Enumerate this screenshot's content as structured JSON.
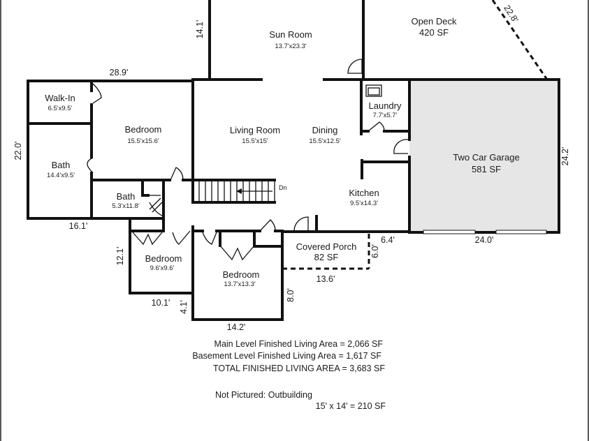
{
  "rooms": {
    "sun_room": {
      "name": "Sun Room",
      "dim": "13.7'x23.3'"
    },
    "open_deck": {
      "name": "Open Deck",
      "dim": "420 SF"
    },
    "walk_in": {
      "name": "Walk-In",
      "dim": "6.5'x9.5'"
    },
    "bedroom_master": {
      "name": "Bedroom",
      "dim": "15.5'x15.6'"
    },
    "living_room": {
      "name": "Living Room",
      "dim": "15.5'x15'"
    },
    "dining": {
      "name": "Dining",
      "dim": "15.5'x12.5'"
    },
    "laundry": {
      "name": "Laundry",
      "dim": "7.7'x5.7'"
    },
    "garage": {
      "name": "Two Car Garage",
      "dim": "581 SF"
    },
    "bath_1": {
      "name": "Bath",
      "dim": "14.4'x9.5'"
    },
    "bath_2": {
      "name": "Bath",
      "dim": "5.3'x11.8'"
    },
    "kitchen": {
      "name": "Kitchen",
      "dim": "9.5'x14.3'"
    },
    "bedroom_2": {
      "name": "Bedroom",
      "dim": "9.6'x9.6'"
    },
    "bedroom_3": {
      "name": "Bedroom",
      "dim": "13.7'x13.3'"
    },
    "covered_porch": {
      "name": "Covered Porch",
      "dim": "82 SF"
    }
  },
  "stairs": {
    "label": "Dn"
  },
  "measurements": {
    "sun_room_side": "14.1'",
    "top_left_width": "28.9'",
    "deck_diagonal": "22.8'",
    "left_height": "22.0'",
    "garage_height": "24.2'",
    "left_bottom": "16.1'",
    "garage_bottom": "24.0'",
    "porch_right_width": "6.4'",
    "porch_depth": "6.0'",
    "bedroom2_height": "12.1'",
    "porch_width": "13.6'",
    "bedroom3_side": "8.0'",
    "bedroom2_bottom": "10.1'",
    "bedroom3_offset": "4.1'",
    "bedroom3_bottom": "14.2'"
  },
  "summary": {
    "main_level": "Main Level Finished Living Area = 2,066 SF",
    "basement_level": "Basement Level Finished Living Area = 1,617 SF",
    "total": "TOTAL FINISHED LIVING AREA = 3,683 SF",
    "not_pictured": "Not Pictured:  Outbuilding",
    "outbuilding": "15' x 14' = 210 SF"
  },
  "colors": {
    "garage_fill": "#e6e6e6",
    "wall": "#111111",
    "background": "#ffffff"
  }
}
